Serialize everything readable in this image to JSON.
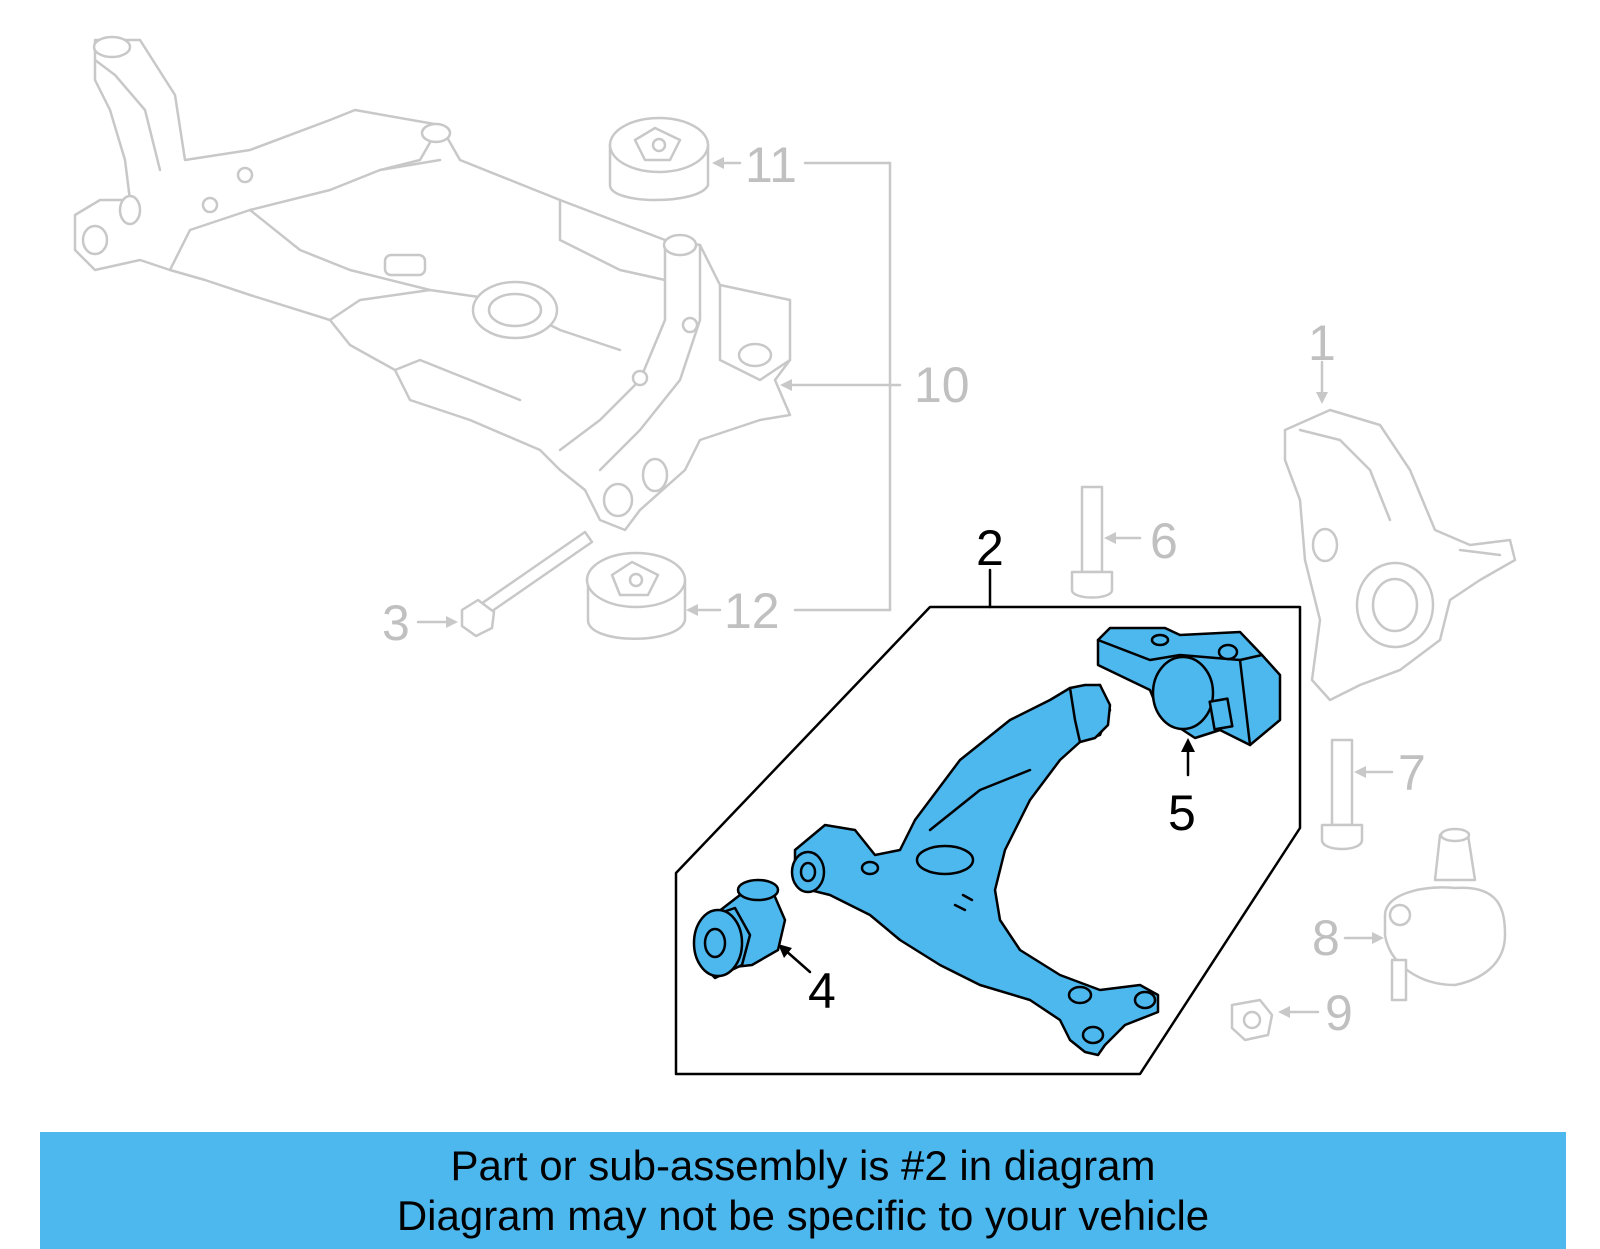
{
  "callouts": {
    "c1": "1",
    "c2": "2",
    "c3": "3",
    "c4": "4",
    "c5": "5",
    "c6": "6",
    "c7": "7",
    "c8": "8",
    "c9": "9",
    "c10": "10",
    "c11": "11",
    "c12": "12"
  },
  "banner": {
    "line1": "Part or sub-assembly is #2 in diagram",
    "line2": "Diagram may not be specific to your vehicle"
  },
  "colors": {
    "highlight": "#4db8ee",
    "context_gray": "#c8c8c8",
    "outline": "#000000"
  }
}
